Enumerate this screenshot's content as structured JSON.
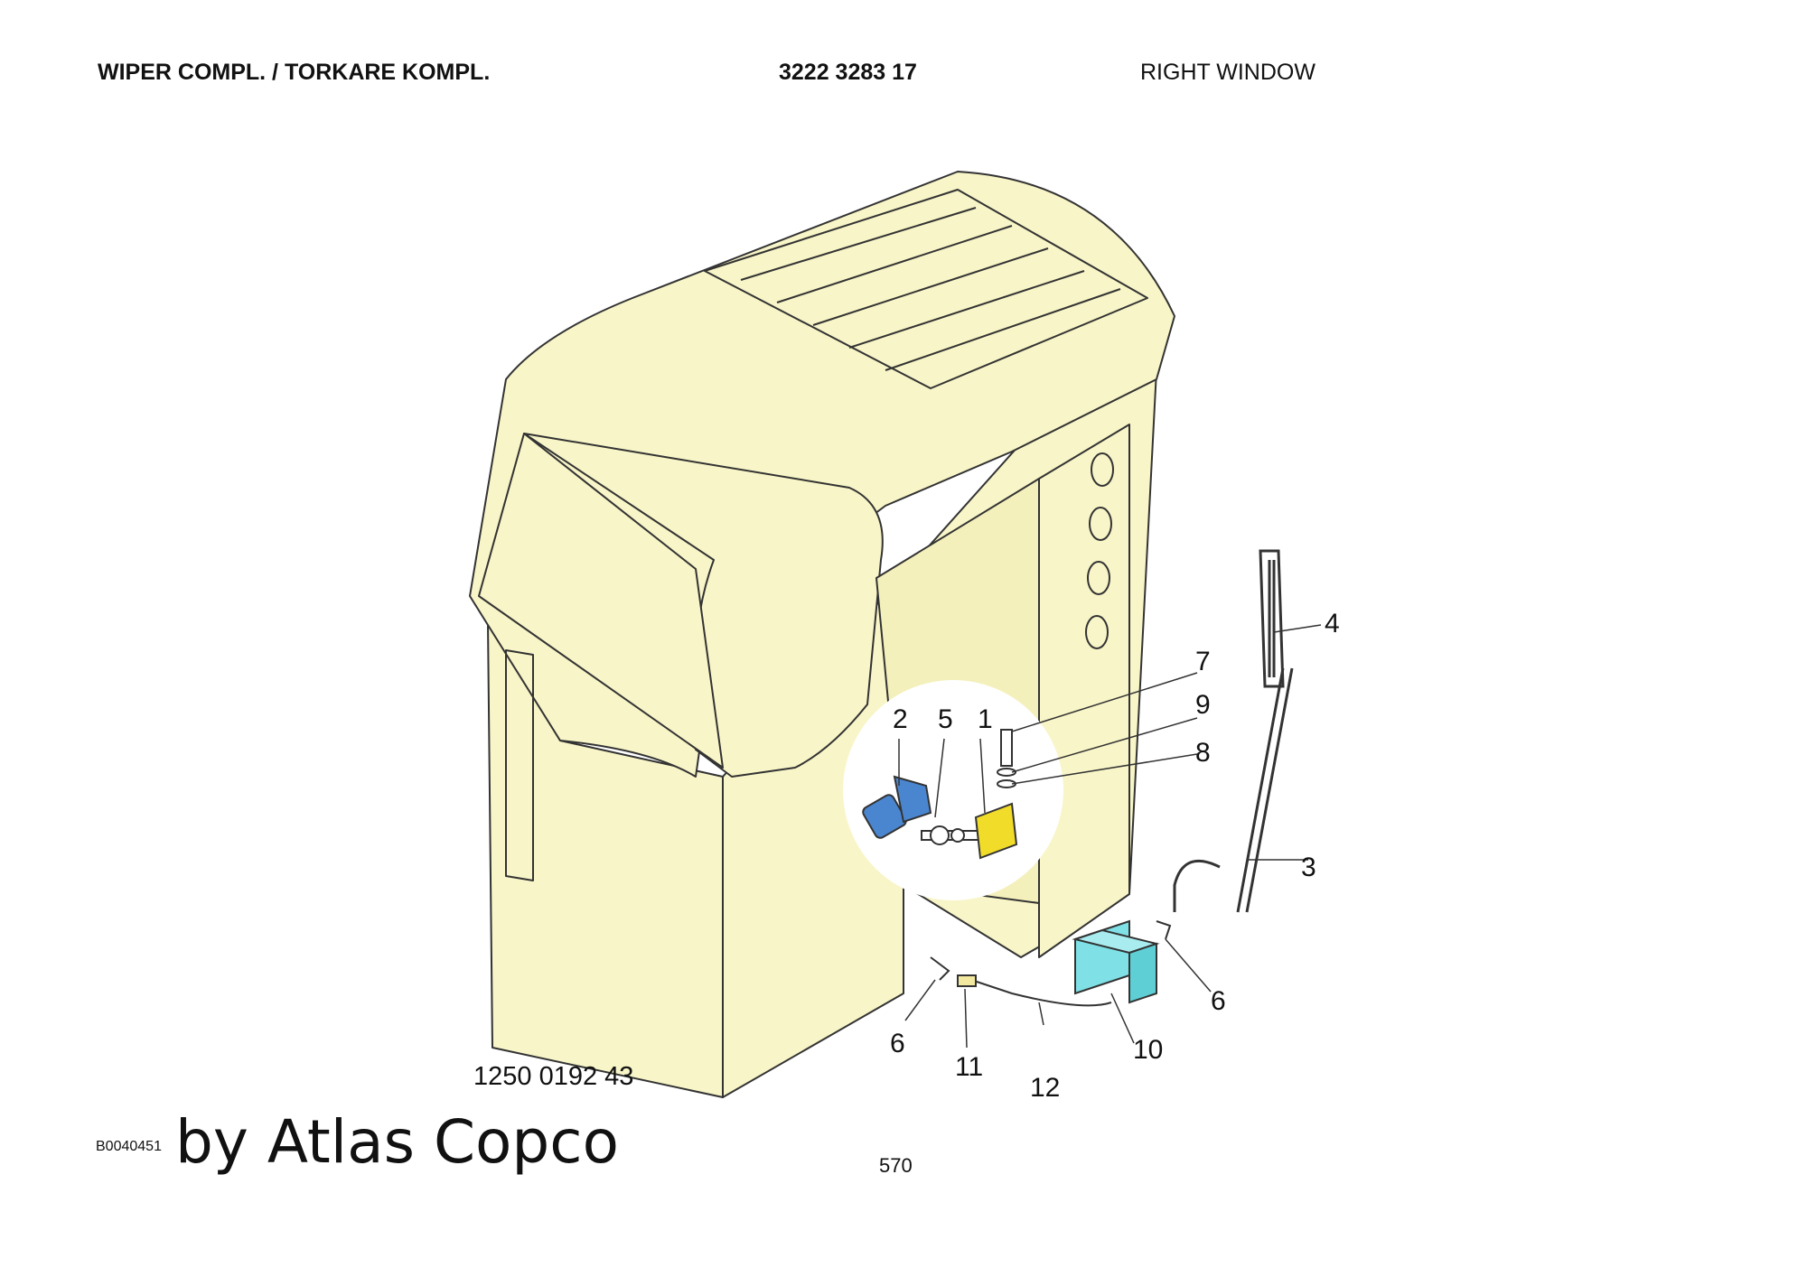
{
  "header": {
    "title": "WIPER COMPL. / TORKARE KOMPL.",
    "part_number": "3222 3283 17",
    "position": "RIGHT WINDOW"
  },
  "diagram": {
    "callouts": [
      "1",
      "2",
      "3",
      "4",
      "5",
      "6",
      "6",
      "7",
      "8",
      "9",
      "10",
      "11",
      "12"
    ]
  },
  "footer": {
    "drawing_number": "1250 0192 43",
    "image_code": "B0040451",
    "brand": "by Atlas Copco",
    "page_number": "570"
  },
  "colors": {
    "cabin_fill": "#f8f5c8",
    "line": "#333333",
    "motor_blue": "#4a86d0",
    "bracket_yellow": "#f2dc2a",
    "reservoir_cyan": "#7fe0e6"
  }
}
